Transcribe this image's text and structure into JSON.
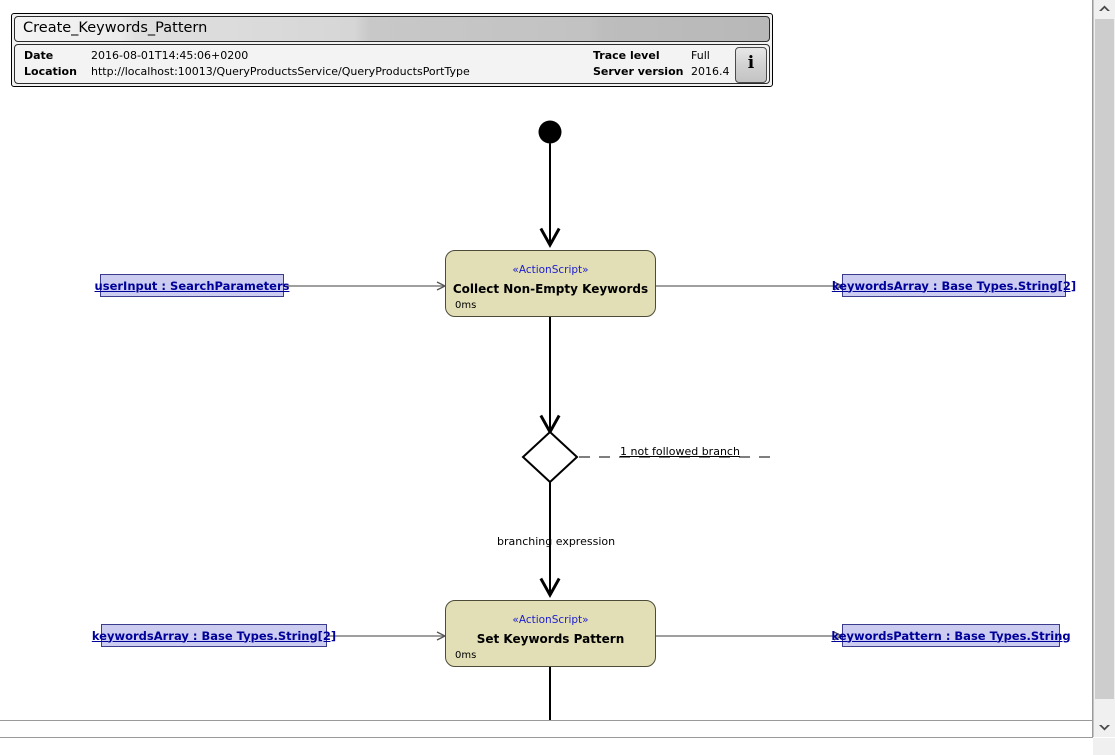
{
  "window": {
    "title": "Create_Keywords_Pattern"
  },
  "trace_header": {
    "title": "Create_Keywords_Pattern",
    "date_label": "Date",
    "date_value": "2016-08-01T14:45:06+0200",
    "location_label": "Location",
    "location_value": "http://localhost:10013/QueryProductsService/QueryProductsPortType",
    "trace_level_label": "Trace level",
    "trace_level_value": "Full",
    "server_version_label": "Server version",
    "server_version_value": "2016.4",
    "info_button_glyph": "i",
    "info_icon_name": "info-icon"
  },
  "diagram": {
    "initial_node_name": "initial-node",
    "nodes": [
      {
        "id": "collect-non-empty-keywords",
        "stereotype": "«ActionScript»",
        "name": "Collect Non-Empty Keywords",
        "duration": "0ms"
      },
      {
        "id": "set-keywords-pattern",
        "stereotype": "«ActionScript»",
        "name": "Set Keywords Pattern",
        "duration": "0ms"
      }
    ],
    "pins": [
      {
        "id": "pin-user-input",
        "label": "userInput : SearchParameters"
      },
      {
        "id": "pin-keywords-array-out",
        "label": "keywordsArray : Base Types.String[2]"
      },
      {
        "id": "pin-keywords-array-in",
        "label": "keywordsArray : Base Types.String[2]"
      },
      {
        "id": "pin-keywords-pattern",
        "label": "keywordsPattern : Base Types.String"
      }
    ],
    "decision": {
      "id": "decision-node",
      "not_followed_branch_label": "1 not followed branch",
      "branching_expression_label": "branching expression"
    },
    "colors": {
      "action_fill": "#e2dfb6",
      "action_border": "#4c4c38",
      "stereotype_text": "#1c1ccc",
      "pin_fill": "#ccccf0",
      "pin_border": "#3c3c8c",
      "pin_text": "#00009a",
      "edge": "#000000",
      "canvas": "#ffffff"
    }
  },
  "scrollbars": {
    "vertical_up_icon": "chevron-up-icon",
    "vertical_down_icon": "chevron-down-icon"
  }
}
